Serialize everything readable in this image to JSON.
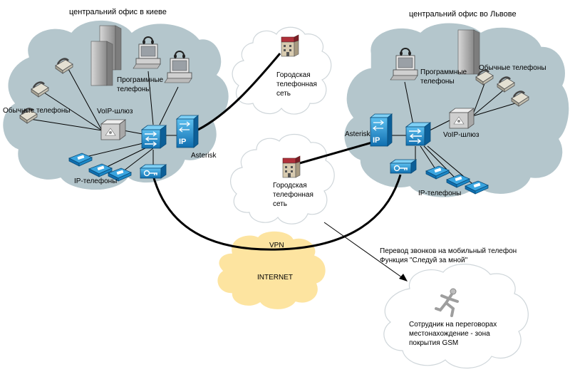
{
  "left_office": {
    "title": "центральний офис в киеве",
    "soft_phones": [
      "Программные",
      "телефоны"
    ],
    "analog_phones": "Обычные телефоны",
    "voip_gateway": "VoIP-шлюз",
    "ip_phones": "IP-телефоны",
    "asterisk": "Asterisk"
  },
  "right_office": {
    "title": "центральний офис во Львове",
    "soft_phones": [
      "Программные",
      "телефоны"
    ],
    "analog_phones": "Обычные телефоны",
    "voip_gateway": "VoIP-шлюз",
    "ip_phones": "IP-телефоны",
    "asterisk": "Asterisk"
  },
  "pstn_top": [
    "Городская",
    "телефонная",
    "сеть"
  ],
  "pstn_mid": [
    "Городская",
    "телефонная",
    "сеть"
  ],
  "internet": {
    "label": "INTERNET",
    "vpn": "VPN"
  },
  "forwarding": [
    "Перевод звонков на мобильный телефон",
    "Функция \"Следуй за мной\""
  ],
  "employee": [
    "Сотрудник на переговорах",
    "местонахождение - зона",
    "покрытия GSM"
  ],
  "colors": {
    "office_cloud": "#b4c6cc",
    "white_cloud": "#ffffff",
    "internet_cloud": "#fde4a0",
    "cisco_blue": "#1a8fd0"
  }
}
